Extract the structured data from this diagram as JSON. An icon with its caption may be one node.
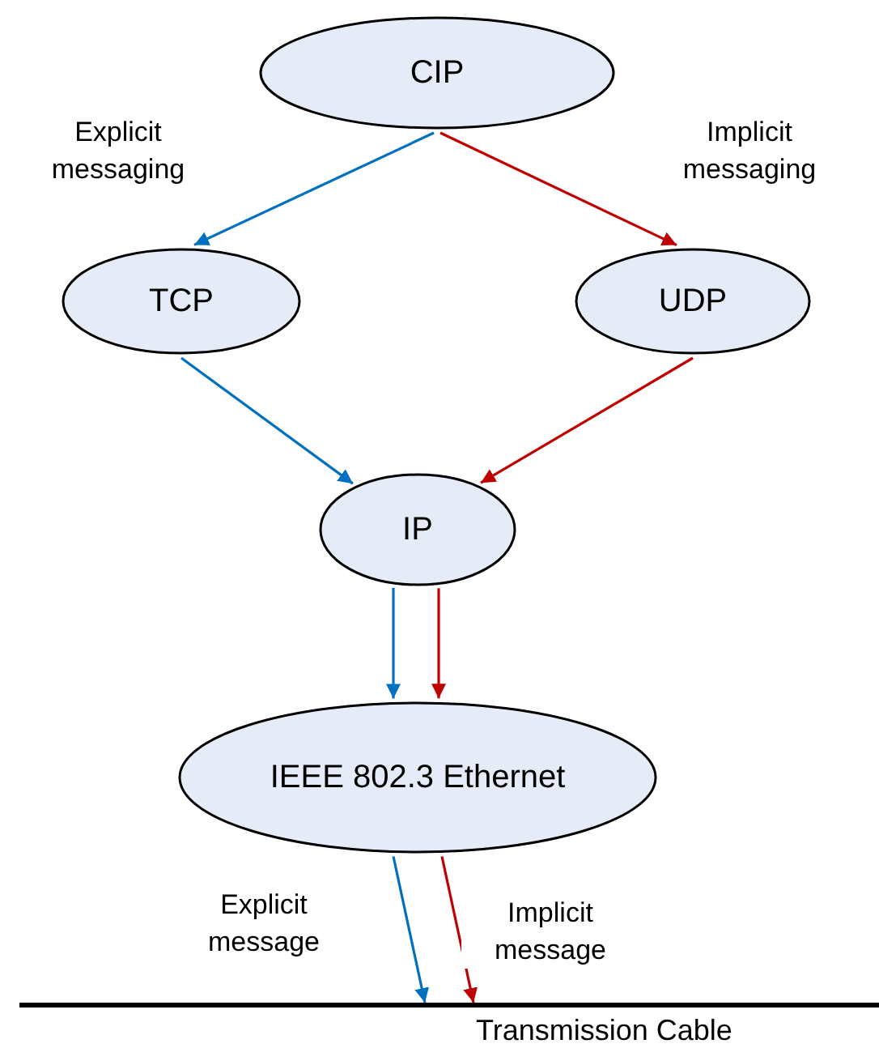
{
  "diagram": {
    "nodes": [
      {
        "text": [
          "CIP"
        ]
      },
      {
        "text": [
          "TCP"
        ]
      },
      {
        "text": [
          "UDP"
        ]
      },
      {
        "text": [
          "IP"
        ]
      },
      {
        "text": [
          "IEEE 802.3 Ethernet"
        ]
      },
      {
        "text": [
          "Transmission Cable"
        ]
      }
    ],
    "edges": [
      {
        "from": 0,
        "to": 1,
        "arrow": "to",
        "label": "Explicit messaging",
        "color": "#0070c0"
      },
      {
        "from": 0,
        "to": 2,
        "arrow": "to",
        "label": "Implicit messaging",
        "color": "#c00000"
      },
      {
        "from": 1,
        "to": 3,
        "arrow": "to",
        "color": "#0070c0"
      },
      {
        "from": 2,
        "to": 3,
        "arrow": "to",
        "color": "#c00000"
      },
      {
        "from": 3,
        "to": 4,
        "arrow": "to",
        "color": "#0070c0"
      },
      {
        "from": 3,
        "to": 4,
        "arrow": "to",
        "color": "#c00000"
      },
      {
        "from": 4,
        "to": 5,
        "arrow": "to",
        "label": "Explicit message",
        "color": "#0070c0"
      },
      {
        "from": 4,
        "to": 5,
        "arrow": "to",
        "label": "Implicit message",
        "color": "#c00000"
      }
    ]
  }
}
